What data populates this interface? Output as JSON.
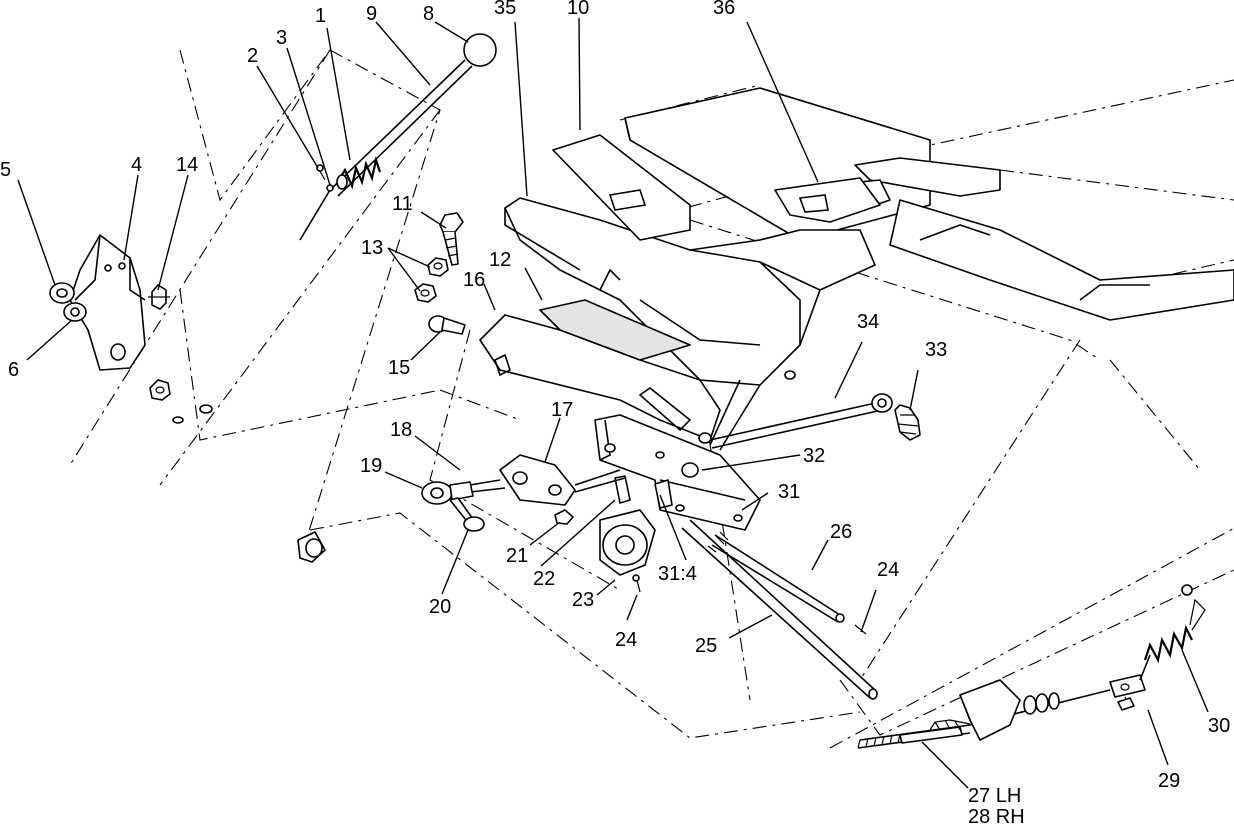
{
  "callouts": [
    {
      "id": "c1",
      "label": "1"
    },
    {
      "id": "c2",
      "label": "2"
    },
    {
      "id": "c3",
      "label": "3"
    },
    {
      "id": "c4",
      "label": "4"
    },
    {
      "id": "c5",
      "label": "5"
    },
    {
      "id": "c6",
      "label": "6"
    },
    {
      "id": "c8",
      "label": "8"
    },
    {
      "id": "c9",
      "label": "9"
    },
    {
      "id": "c10",
      "label": "10"
    },
    {
      "id": "c11",
      "label": "11"
    },
    {
      "id": "c12",
      "label": "12"
    },
    {
      "id": "c13",
      "label": "13"
    },
    {
      "id": "c14",
      "label": "14"
    },
    {
      "id": "c15",
      "label": "15"
    },
    {
      "id": "c16",
      "label": "16"
    },
    {
      "id": "c17",
      "label": "17"
    },
    {
      "id": "c18",
      "label": "18"
    },
    {
      "id": "c19",
      "label": "19"
    },
    {
      "id": "c20",
      "label": "20"
    },
    {
      "id": "c21",
      "label": "21"
    },
    {
      "id": "c22",
      "label": "22"
    },
    {
      "id": "c23",
      "label": "23"
    },
    {
      "id": "c24a",
      "label": "24"
    },
    {
      "id": "c24b",
      "label": "24"
    },
    {
      "id": "c25",
      "label": "25"
    },
    {
      "id": "c26",
      "label": "26"
    },
    {
      "id": "c27",
      "label": "27 LH"
    },
    {
      "id": "c28",
      "label": "28 RH"
    },
    {
      "id": "c29",
      "label": "29"
    },
    {
      "id": "c30",
      "label": "30"
    },
    {
      "id": "c31",
      "label": "31"
    },
    {
      "id": "c314",
      "label": "31:4"
    },
    {
      "id": "c32",
      "label": "32"
    },
    {
      "id": "c33",
      "label": "33"
    },
    {
      "id": "c34",
      "label": "34"
    },
    {
      "id": "c35",
      "label": "35"
    },
    {
      "id": "c36",
      "label": "36"
    }
  ]
}
